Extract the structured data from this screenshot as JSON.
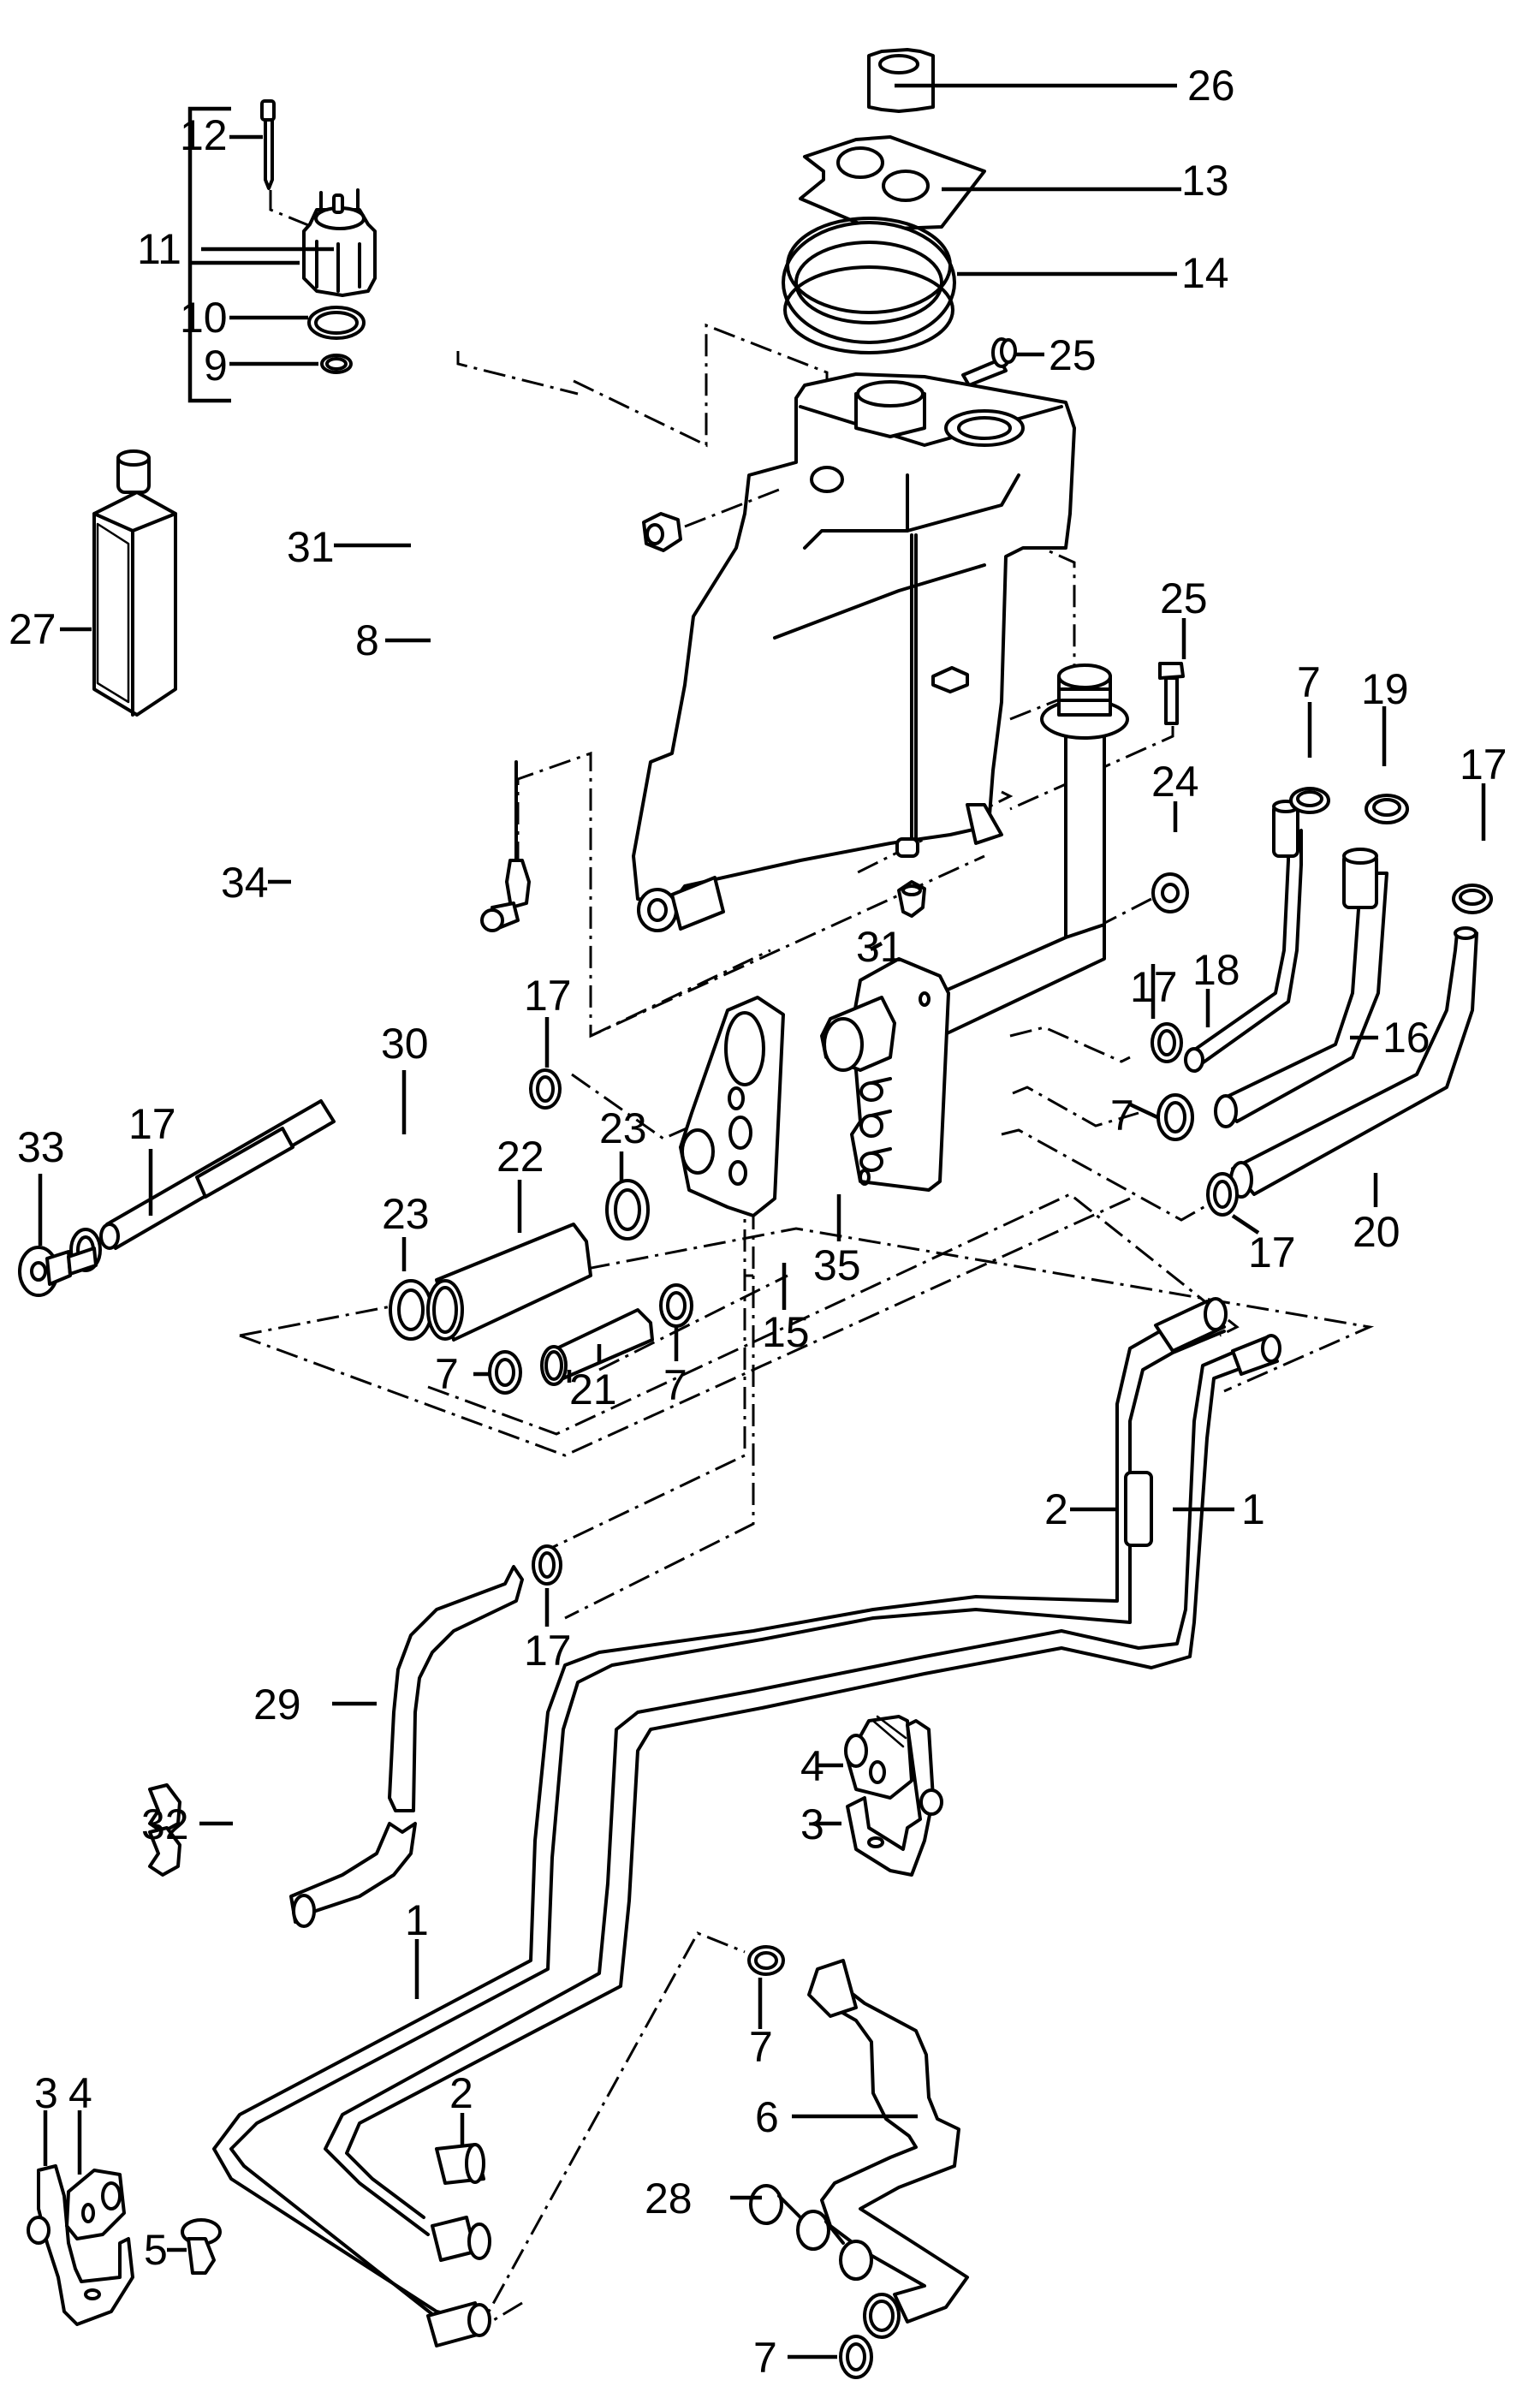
{
  "diagram": {
    "type": "exploded-parts-diagram",
    "subject": "coolant expansion tank and hoses",
    "callouts": [
      {
        "id": "c26",
        "number": "26",
        "part": "cap"
      },
      {
        "id": "c13",
        "number": "13",
        "part": "gasket"
      },
      {
        "id": "c14",
        "number": "14",
        "part": "seal ring"
      },
      {
        "id": "c25a",
        "number": "25",
        "part": "bolt"
      },
      {
        "id": "c12",
        "number": "12",
        "part": "screw"
      },
      {
        "id": "c11",
        "number": "11",
        "part": "level sensor assembly"
      },
      {
        "id": "c10",
        "number": "10",
        "part": "o-ring"
      },
      {
        "id": "c9",
        "number": "9",
        "part": "o-ring"
      },
      {
        "id": "c31a",
        "number": "31",
        "part": "nut"
      },
      {
        "id": "c27",
        "number": "27",
        "part": "coolant bottle"
      },
      {
        "id": "c8",
        "number": "8",
        "part": "expansion tank"
      },
      {
        "id": "c25b",
        "number": "25",
        "part": "bolt"
      },
      {
        "id": "c7a",
        "number": "7",
        "part": "hose clamp"
      },
      {
        "id": "c19",
        "number": "19",
        "part": "hose clamp"
      },
      {
        "id": "c17a",
        "number": "17",
        "part": "hose clamp"
      },
      {
        "id": "c24",
        "number": "24",
        "part": "nut"
      },
      {
        "id": "c34",
        "number": "34",
        "part": "sensor"
      },
      {
        "id": "c31b",
        "number": "31",
        "part": "nut"
      },
      {
        "id": "c18",
        "number": "18",
        "part": "hose"
      },
      {
        "id": "c17b",
        "number": "17",
        "part": "hose clamp"
      },
      {
        "id": "c16",
        "number": "16",
        "part": "hose"
      },
      {
        "id": "c17c",
        "number": "17",
        "part": "hose clamp"
      },
      {
        "id": "c30",
        "number": "30",
        "part": "hose"
      },
      {
        "id": "c33",
        "number": "33",
        "part": "fitting"
      },
      {
        "id": "c17d",
        "number": "17",
        "part": "hose clamp"
      },
      {
        "id": "c23a",
        "number": "23",
        "part": "hose clamp"
      },
      {
        "id": "c22",
        "number": "22",
        "part": "hose"
      },
      {
        "id": "c23b",
        "number": "23",
        "part": "hose clamp"
      },
      {
        "id": "c7b",
        "number": "7",
        "part": "hose clamp"
      },
      {
        "id": "c20",
        "number": "20",
        "part": "hose"
      },
      {
        "id": "c17e",
        "number": "17",
        "part": "hose clamp"
      },
      {
        "id": "c35",
        "number": "35",
        "part": "connection flange"
      },
      {
        "id": "c15",
        "number": "15",
        "part": "gasket"
      },
      {
        "id": "c7c",
        "number": "7",
        "part": "hose clamp"
      },
      {
        "id": "c21",
        "number": "21",
        "part": "hose"
      },
      {
        "id": "c7d",
        "number": "7",
        "part": "hose clamp"
      },
      {
        "id": "c2a",
        "number": "2",
        "part": "hose connector"
      },
      {
        "id": "c1a",
        "number": "1",
        "part": "coolant pipe"
      },
      {
        "id": "c17f",
        "number": "17",
        "part": "hose clamp"
      },
      {
        "id": "c29",
        "number": "29",
        "part": "hose"
      },
      {
        "id": "c4a",
        "number": "4",
        "part": "rubber mount"
      },
      {
        "id": "c32",
        "number": "32",
        "part": "clip"
      },
      {
        "id": "c3a",
        "number": "3",
        "part": "bracket"
      },
      {
        "id": "c1b",
        "number": "1",
        "part": "coolant pipe"
      },
      {
        "id": "c7e",
        "number": "7",
        "part": "hose clamp"
      },
      {
        "id": "c3b",
        "number": "3",
        "part": "bracket"
      },
      {
        "id": "c4b",
        "number": "4",
        "part": "rubber mount"
      },
      {
        "id": "c2b",
        "number": "2",
        "part": "hose connector"
      },
      {
        "id": "c6",
        "number": "6",
        "part": "hose"
      },
      {
        "id": "c28",
        "number": "28",
        "part": "clip"
      },
      {
        "id": "c5",
        "number": "5",
        "part": "clip"
      },
      {
        "id": "c7f",
        "number": "7",
        "part": "hose clamp"
      }
    ]
  }
}
